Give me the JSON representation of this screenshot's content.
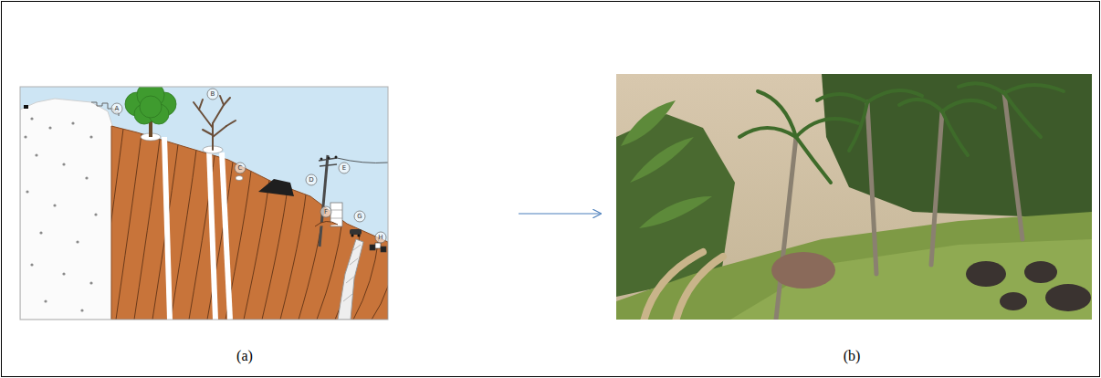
{
  "diagram": {
    "nodes": [
      {
        "text": [
          "(a)"
        ]
      },
      {
        "text": [
          "(b)"
        ]
      }
    ],
    "edges": [
      {
        "from": 0,
        "to": 1,
        "arrow": "to"
      }
    ],
    "labels": [
      "A",
      "B",
      "C",
      "D",
      "E",
      "F",
      "G",
      "H"
    ]
  }
}
